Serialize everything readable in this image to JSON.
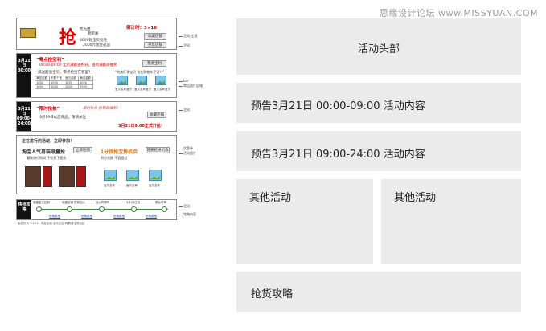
{
  "watermark": "思缘设计论坛 www.MISSYUAN.COM",
  "wireframe": {
    "header": {
      "big_char": "抢",
      "logo": "",
      "sub1": "抢先腰",
      "sub2": "晒单送",
      "line1": "8000款宝贝抢先",
      "line2": "2000元现金返送",
      "date": "倒计时：3×16",
      "btn_fav": "收藏店铺",
      "btn_share": "分享店铺",
      "ann_top": "活动-主题",
      "ann_bottom": "活动"
    },
    "sec1": {
      "side": "3月21日00:00",
      "title": "“零点捡宝利”",
      "desc": "00:00-09:00 全店满额送积分，送到满额再抽奖",
      "btn": "我要宝利",
      "table_title": "满送超值宝贝，零点抢宝在哪里？",
      "row_a": [
        "满送金额",
        "积累个宝",
        "宝贝金额",
        "满送金额"
      ],
      "row_b": [
        "1050",
        "1050",
        "1050",
        "1050"
      ],
      "img_title": "“热卖旺季宝贝 抢先购物车了没？”",
      "img_caption": "宝贝名称宝贝",
      "ann1": "bar",
      "ann2": "商品图片区域"
    },
    "sec2": {
      "side": "3月21日09:00-24:00",
      "title": "“限时抢拍”",
      "slogan": "限时秒杀 抢到就赚到！",
      "desc": "3月19日以后商品，敬请关注",
      "btn": "收藏店铺",
      "notice": "3月21日9:00正式开抢！",
      "ann": "活动"
    },
    "sec3": {
      "title": "正在进行的活动，立即参加！",
      "left_title": "淘宝人气男装限量抢",
      "left_btn": "立即抢购",
      "left_desc": "凝聚流行风尚 下拉到下面去",
      "promo": "1分钱抢宝拼机会",
      "promo_btn": "我要抢拼机会",
      "promo_desc": "积分兑换 不容错过",
      "caption": "宝贝名称",
      "ann1": "优惠券",
      "ann2": "活动图片"
    },
    "sec4": {
      "side": "快抢攻略",
      "steps": [
        "收藏宝贝拉到",
        "收藏店铺 提前加入",
        "加入购物车",
        "3月21日抢",
        "确认订单"
      ],
      "links": [
        "攻略链接",
        "攻略链接",
        "攻略链接",
        "攻略链接"
      ],
      "ann1": "活动",
      "ann2": "攻略内容"
    },
    "footer": "版权所有 ©2013 淘宝店铺 活动页面 转载请注明出处"
  },
  "blocks": [
    {
      "label": "活动头部"
    },
    {
      "label": "预告3月21日 00:00-09:00 活动内容"
    },
    {
      "label": "预告3月21日 09:00-24:00 活动内容"
    },
    {
      "label": "其他活动"
    },
    {
      "label": "其他活动"
    },
    {
      "label": "抢货攻略"
    }
  ]
}
